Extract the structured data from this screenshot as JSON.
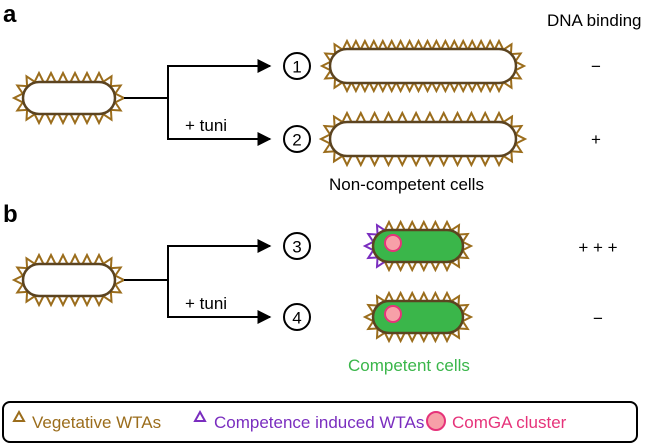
{
  "colors": {
    "wta_vegetative": "#9b6d1c",
    "wta_competence": "#7a2dbf",
    "comga": "#e6337a",
    "comga_fill": "#f7a0a8",
    "competent_cell": "#3ab64a",
    "competent_label": "#3ab64a",
    "cell_outline": "#5c4420"
  },
  "header": {
    "dna_binding": "DNA binding"
  },
  "panel_a": {
    "letter": "a",
    "treatment_label": "+ tuni",
    "group_label": "Non-competent cells",
    "rows": [
      {
        "number": "1",
        "binding": "−"
      },
      {
        "number": "2",
        "binding": "+"
      }
    ]
  },
  "panel_b": {
    "letter": "b",
    "treatment_label": "+ tuni",
    "group_label": "Competent cells",
    "rows": [
      {
        "number": "3",
        "binding": "+ + +"
      },
      {
        "number": "4",
        "binding": "−"
      }
    ]
  },
  "legend": {
    "items": [
      {
        "icon": "vegetative-wta-triangle-icon",
        "label": "Vegetative WTAs"
      },
      {
        "icon": "competence-wta-triangle-icon",
        "label": "Competence induced WTAs"
      },
      {
        "icon": "comga-cluster-circle-icon",
        "label": "ComGA cluster"
      }
    ]
  }
}
